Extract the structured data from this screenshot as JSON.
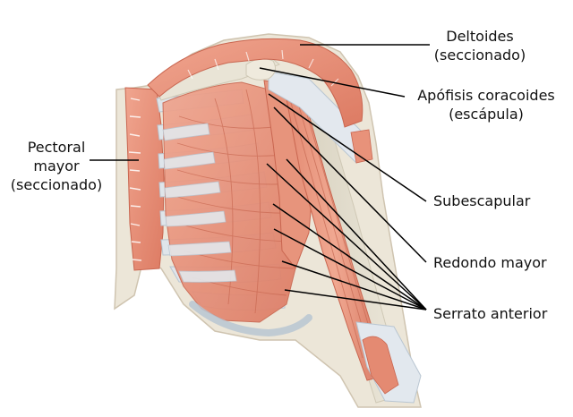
{
  "labels": {
    "deltoides": {
      "line1": "Deltoides",
      "line2": "(seccionado)"
    },
    "apofisis": {
      "line1": "Apófisis coracoides",
      "line2": "(escápula)"
    },
    "pectoral": {
      "line1": "Pectoral",
      "line2": "mayor",
      "line3": "(seccionado)"
    },
    "subescapular": "Subescapular",
    "redondo": "Redondo mayor",
    "serrato": "Serrato anterior"
  },
  "colors": {
    "muscle": "#e8907a",
    "muscle_dark": "#d26d58",
    "muscle_light": "#f2b3a1",
    "bone": "#e6e1d2",
    "bone_shade": "#cfc8b5",
    "tendon": "#e4e9ee",
    "tendon_shade": "#b9c6d2",
    "skin_outline": "#cfc4b0",
    "leader": "#000000"
  }
}
